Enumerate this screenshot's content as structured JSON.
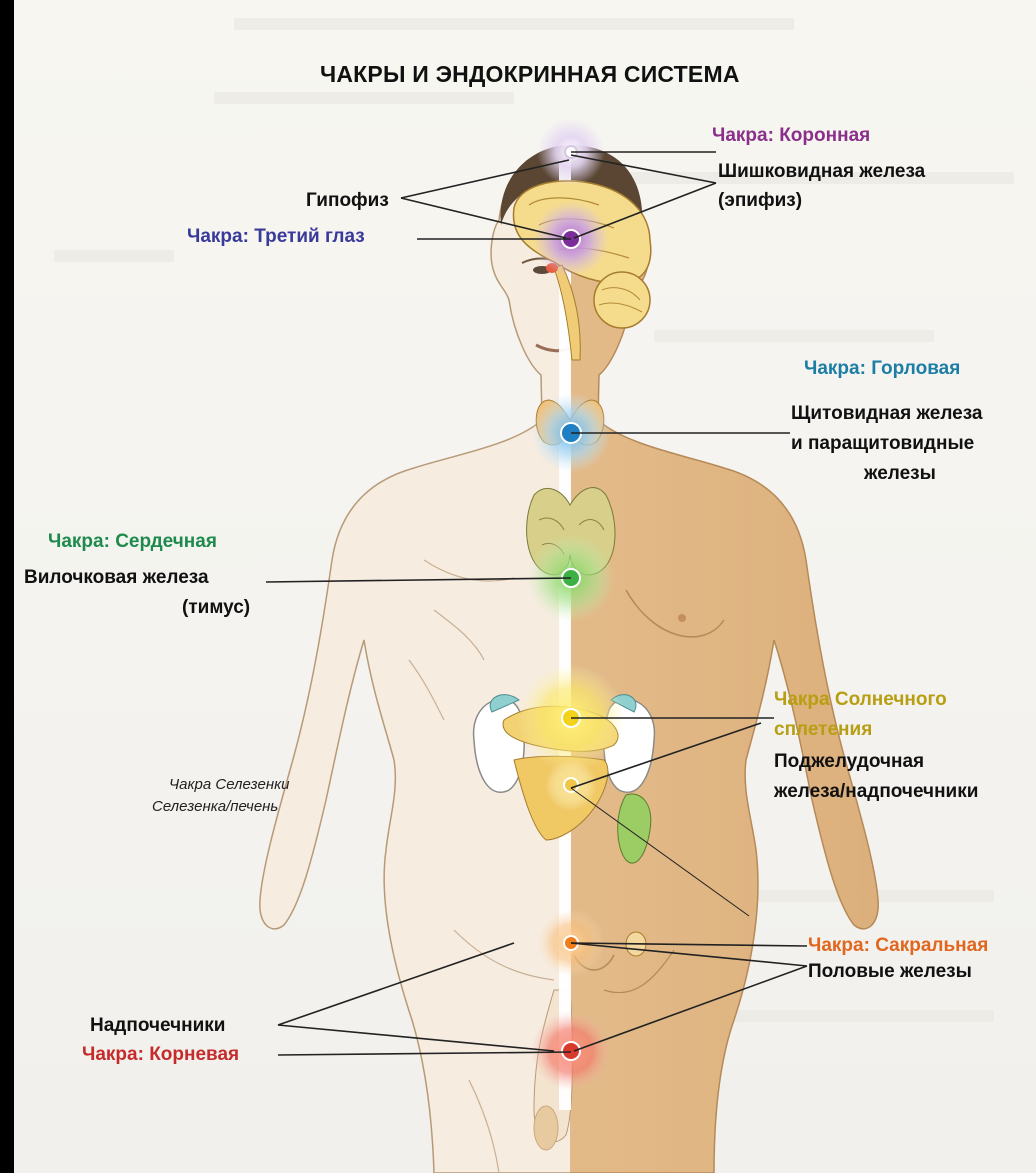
{
  "title": "ЧАКРЫ И ЭНДОКРИННАЯ СИСТЕМА",
  "labels": {
    "crown_chakra": "Чакра: Коронная",
    "pineal_line1": "Шишковидная железа",
    "pineal_line2": "(эпифиз)",
    "pituitary": "Гипофиз",
    "third_eye_chakra": "Чакра: Третий глаз",
    "throat_chakra": "Чакра: Горловая",
    "thyroid_line1": "Щитовидная железа",
    "thyroid_line2": "и паращитовидные",
    "thyroid_line3": "железы",
    "heart_chakra": "Чакра: Сердечная",
    "thymus_line1": "Вилочковая железа",
    "thymus_line2": "(тимус)",
    "solar_chakra_line1": "Чакра Солнечного",
    "solar_chakra_line2": "сплетения",
    "pancreas_line1": "Поджелудочная",
    "pancreas_line2": "железа/надпочечники",
    "spleen_chakra": "Чакра Селезенки",
    "spleen_liver": "Селезенка/печень",
    "sacral_chakra": "Чакра: Сакральная",
    "gonads": "Половые железы",
    "adrenals": "Надпочечники",
    "root_chakra": "Чакра: Корневая"
  },
  "colors": {
    "crown": "#d9c8ec",
    "third_eye": "#8e44ad",
    "throat": "#1e7fc2",
    "heart": "#3cb043",
    "solar": "#f2d21b",
    "spleen": "#f0c64a",
    "sacral": "#ef7d1a",
    "root": "#d83a2e",
    "skin_left": "#f4e9da",
    "skin_right": "#e8c79a"
  }
}
